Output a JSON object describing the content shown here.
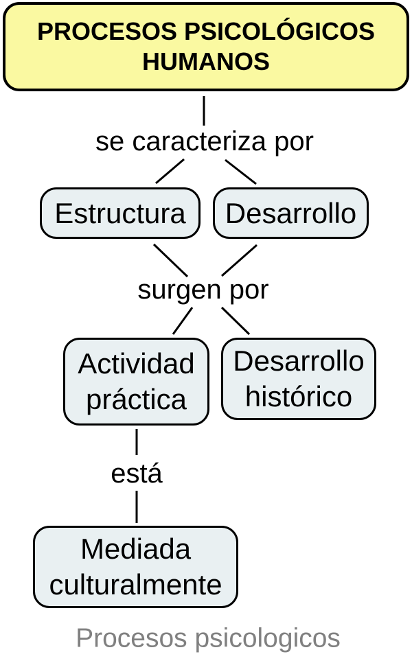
{
  "diagram": {
    "root_node": {
      "label": "PROCESOS PSICOLÓGICOS HUMANOS"
    },
    "nodes": {
      "estructura": "Estructura",
      "desarrollo": "Desarrollo",
      "actividad_practica": "Actividad práctica",
      "desarrollo_historico": "Desarrollo histórico",
      "mediada_culturalmente": "Mediada culturalmente"
    },
    "link_labels": {
      "se_caracteriza_por": "se caracteriza por",
      "surgen_por": "surgen por",
      "esta": "está"
    },
    "caption": "Procesos psicologicos",
    "colors": {
      "title_fill": "#FAF9A1",
      "node_fill": "#E9F0F2",
      "border_color": "#000000",
      "line_color": "#000000",
      "caption_color": "#808080"
    }
  }
}
